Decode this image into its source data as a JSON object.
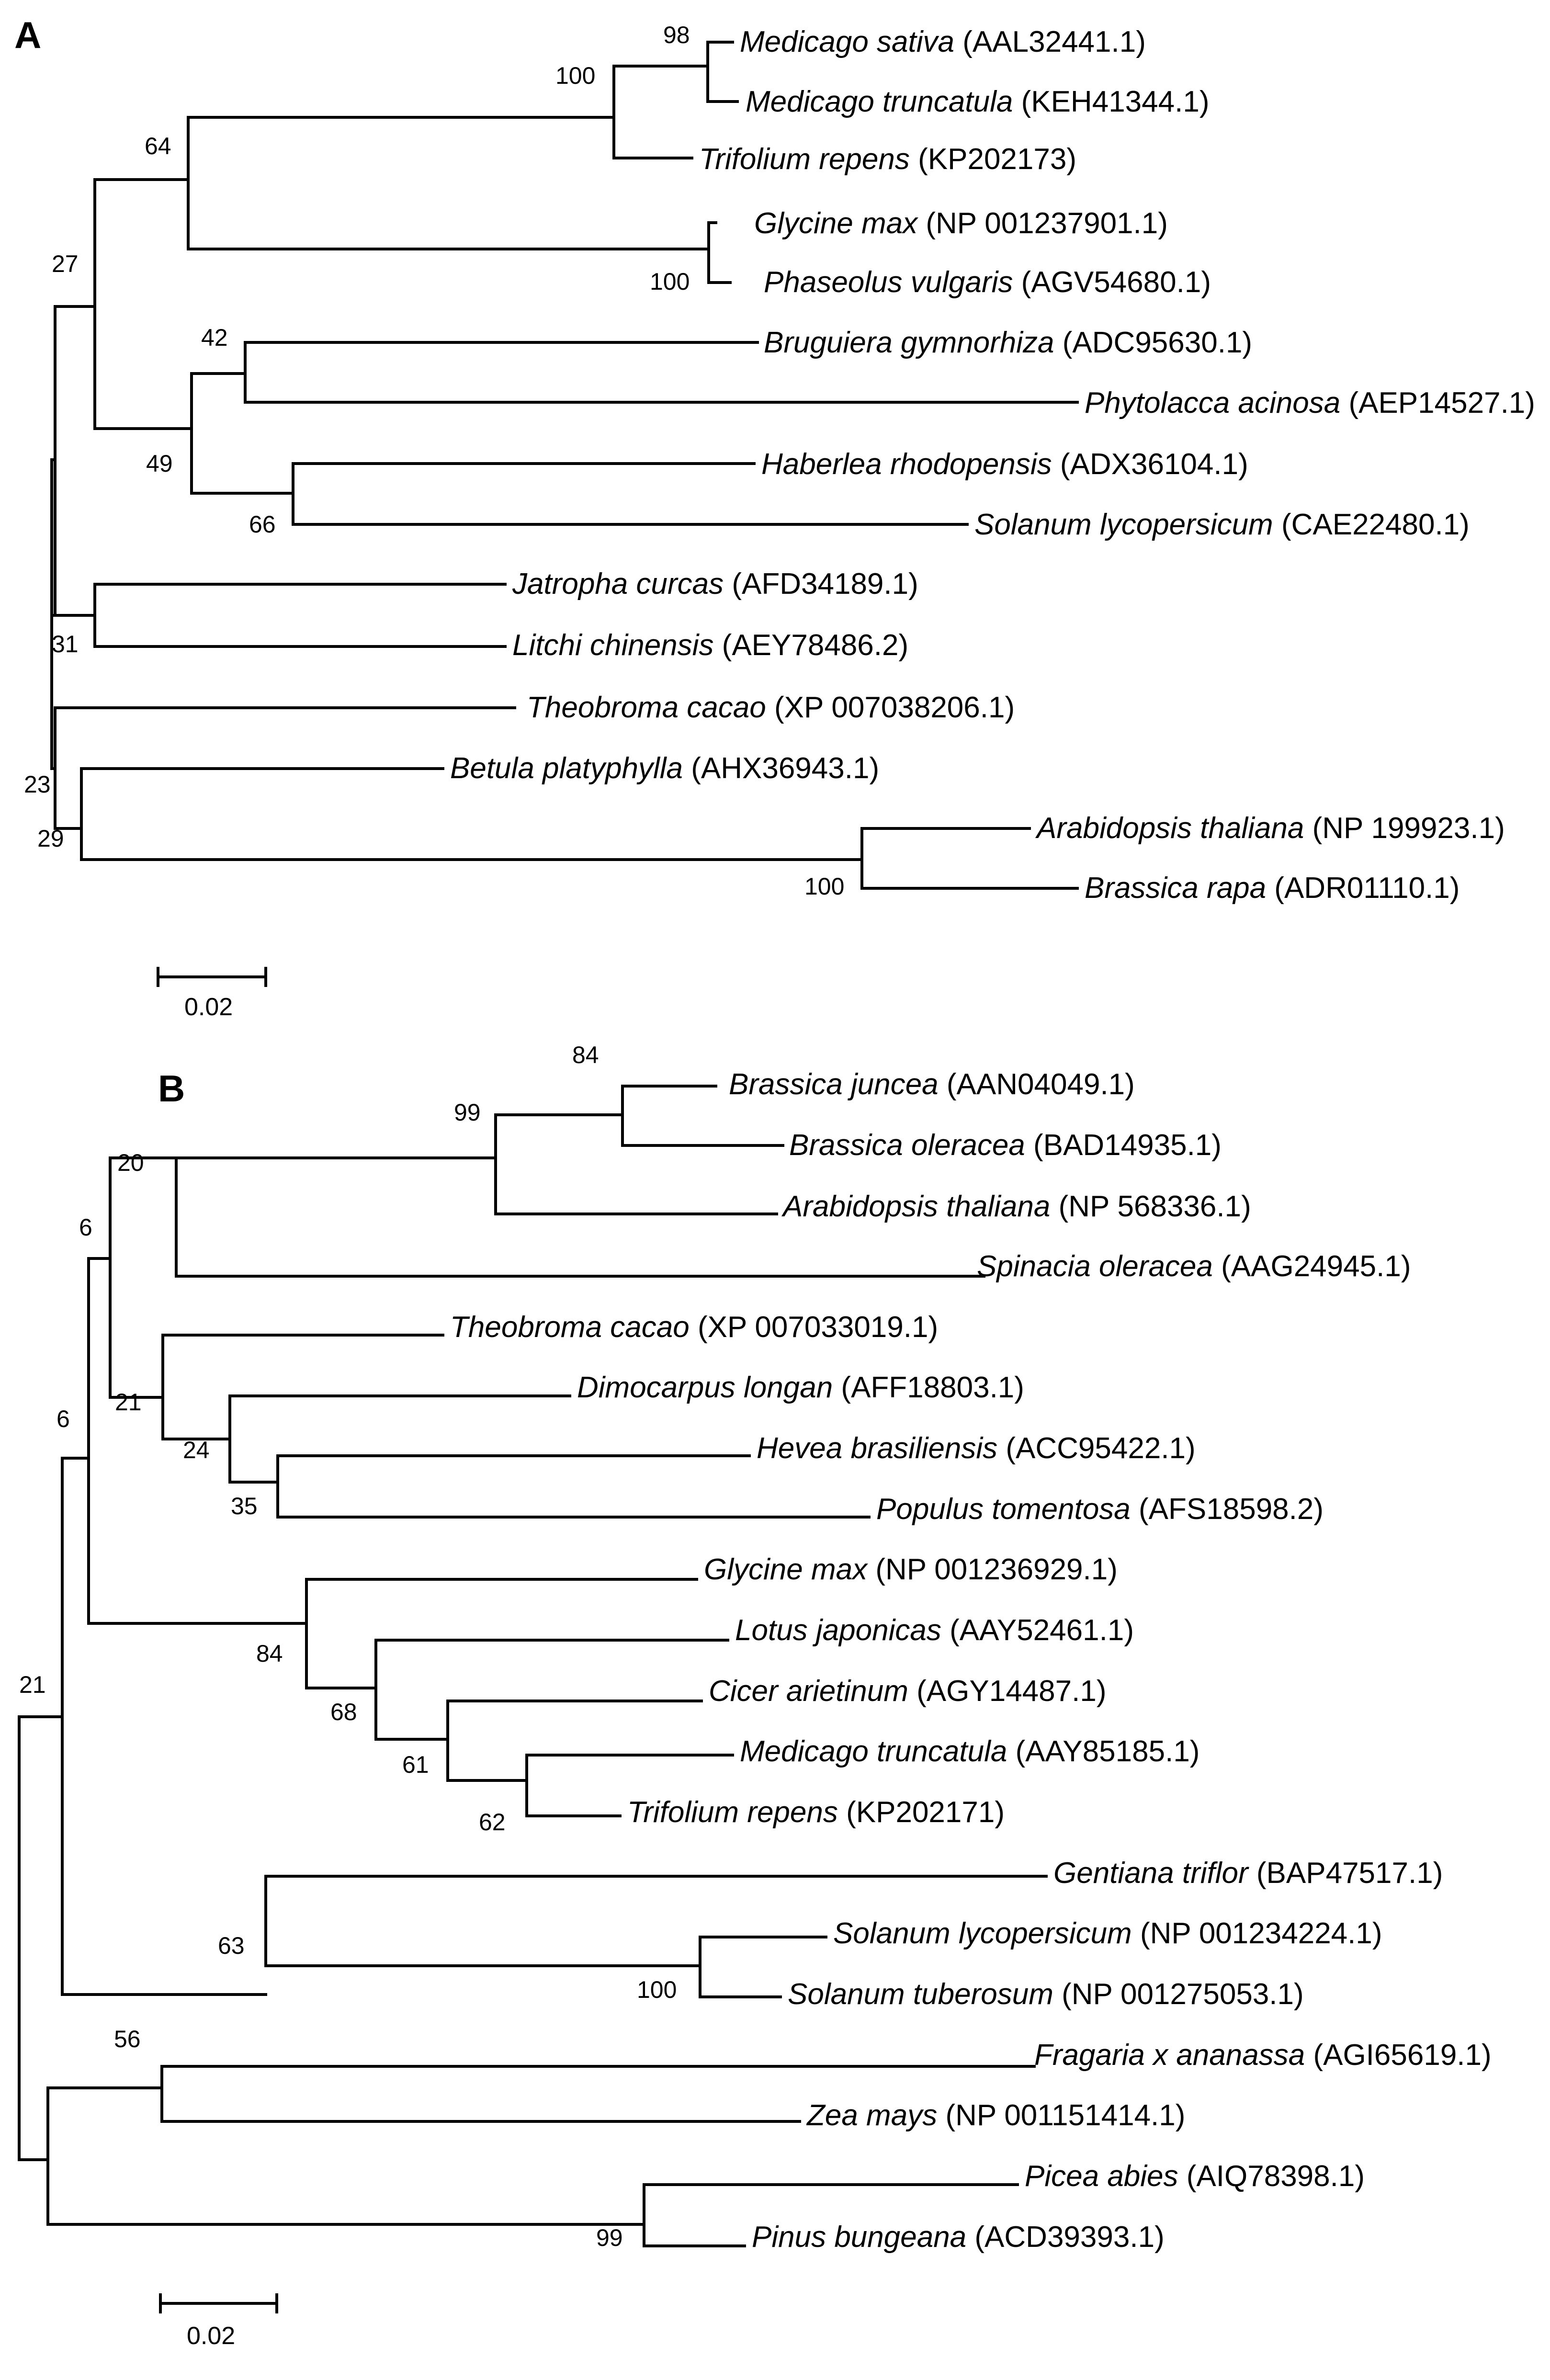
{
  "panels": [
    {
      "id": "A",
      "label": "A",
      "scale_label": "0.02",
      "leaves": [
        {
          "species": "Medicago sativa",
          "accession": "(AAL32441.1)"
        },
        {
          "species": "Medicago truncatula",
          "accession": "(KEH41344.1)"
        },
        {
          "species": "Trifolium repens",
          "accession": "(KP202173)"
        },
        {
          "species": "Glycine max",
          "accession": "(NP 001237901.1)"
        },
        {
          "species": "Phaseolus vulgaris",
          "accession": "(AGV54680.1)"
        },
        {
          "species": "Bruguiera gymnorhiza",
          "accession": "(ADC95630.1)"
        },
        {
          "species": "Phytolacca acinosa",
          "accession": "(AEP14527.1)"
        },
        {
          "species": "Haberlea rhodopensis",
          "accession": "(ADX36104.1)"
        },
        {
          "species": "Solanum lycopersicum",
          "accession": "(CAE22480.1)"
        },
        {
          "species": "Jatropha curcas",
          "accession": "(AFD34189.1)"
        },
        {
          "species": "Litchi chinensis",
          "accession": "(AEY78486.2)"
        },
        {
          "species": "Theobroma cacao",
          "accession": "(XP 007038206.1)"
        },
        {
          "species": "Betula platyphylla",
          "accession": "(AHX36943.1)"
        },
        {
          "species": "Arabidopsis thaliana",
          "accession": "(NP 199923.1)"
        },
        {
          "species": "Brassica rapa",
          "accession": "(ADR01110.1)"
        }
      ],
      "support_values": [
        "98",
        "100",
        "64",
        "27",
        "100",
        "42",
        "49",
        "66",
        "31",
        "23",
        "29",
        "100"
      ]
    },
    {
      "id": "B",
      "label": "B",
      "scale_label": "0.02",
      "leaves": [
        {
          "species": "Brassica juncea",
          "accession": "(AAN04049.1)"
        },
        {
          "species": "Brassica oleracea",
          "accession": "(BAD14935.1)"
        },
        {
          "species": "Arabidopsis thaliana",
          "accession": "(NP 568336.1)"
        },
        {
          "species": "Spinacia oleracea",
          "accession": "(AAG24945.1)"
        },
        {
          "species": "Theobroma cacao",
          "accession": "(XP 007033019.1)"
        },
        {
          "species": "Dimocarpus longan",
          "accession": "(AFF18803.1)"
        },
        {
          "species": "Hevea brasiliensis",
          "accession": "(ACC95422.1)"
        },
        {
          "species": "Populus tomentosa",
          "accession": "(AFS18598.2)"
        },
        {
          "species": "Glycine max",
          "accession": "(NP 001236929.1)"
        },
        {
          "species": "Lotus japonicas",
          "accession": "(AAY52461.1)"
        },
        {
          "species": "Cicer arietinum",
          "accession": "(AGY14487.1)"
        },
        {
          "species": "Medicago truncatula",
          "accession": "(AAY85185.1)"
        },
        {
          "species": "Trifolium repens",
          "accession": "(KP202171)"
        },
        {
          "species": "Gentiana triflor",
          "accession": "(BAP47517.1)"
        },
        {
          "species": "Solanum lycopersicum",
          "accession": "(NP 001234224.1)"
        },
        {
          "species": "Solanum tuberosum",
          "accession": "(NP 001275053.1)"
        },
        {
          "species": "Fragaria x ananassa",
          "accession": "(AGI65619.1)"
        },
        {
          "species": "Zea mays",
          "accession": "(NP 001151414.1)"
        },
        {
          "species": "Picea abies",
          "accession": "(AIQ78398.1)"
        },
        {
          "species": "Pinus bungeana",
          "accession": "(ACD39393.1)"
        }
      ],
      "support_values": [
        "84",
        "99",
        "20",
        "6",
        "6",
        "21",
        "21",
        "24",
        "35",
        "84",
        "68",
        "61",
        "62",
        "63",
        "100",
        "56",
        "99"
      ]
    }
  ]
}
